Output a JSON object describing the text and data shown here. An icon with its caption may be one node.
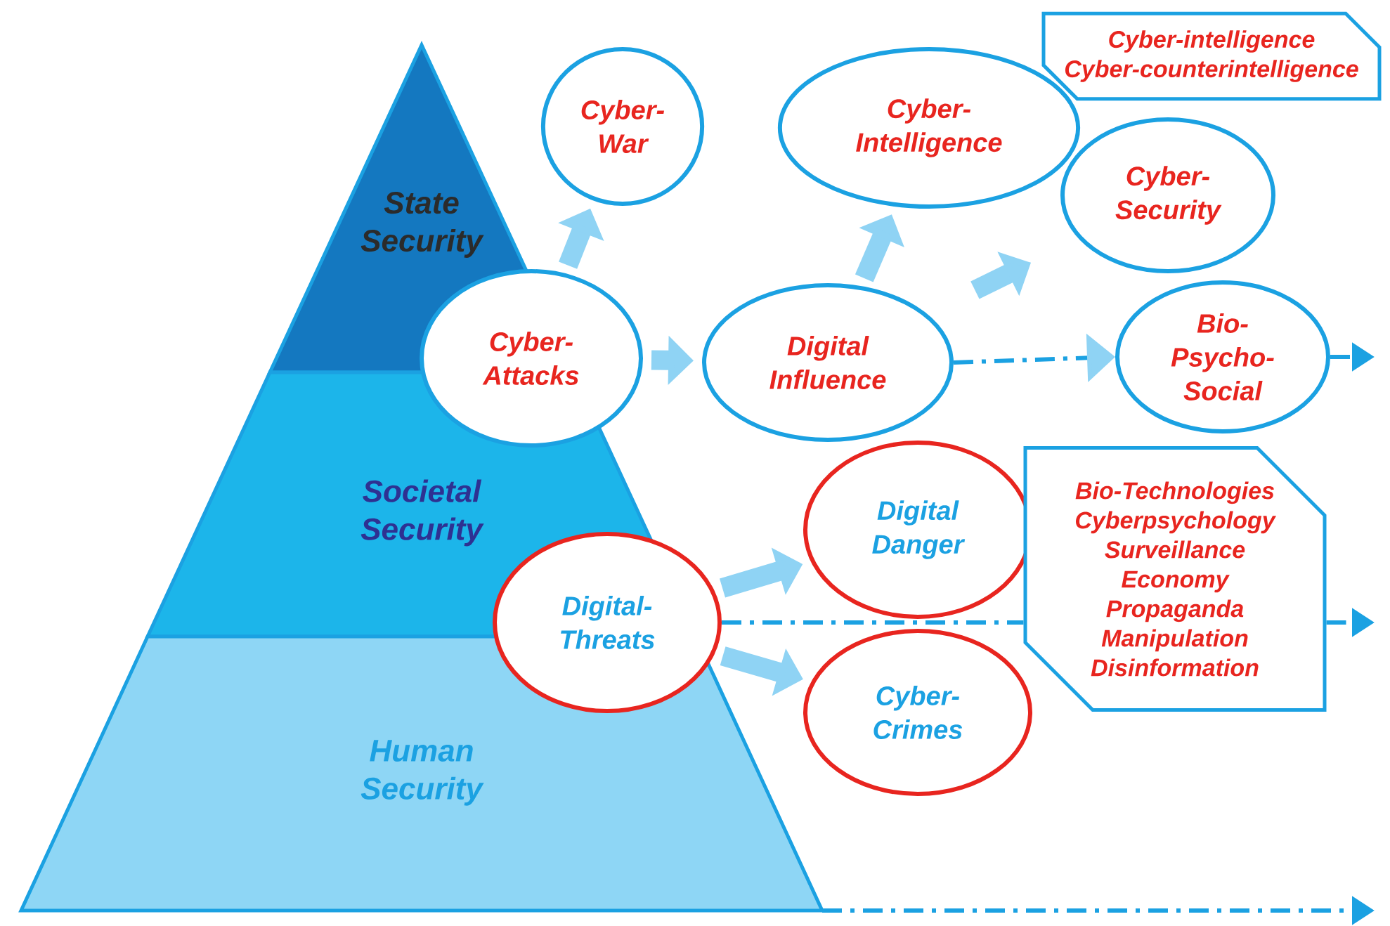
{
  "diagram": {
    "nodes": [
      {
        "text": [
          "State Security"
        ]
      },
      {
        "text": [
          "Societal Security"
        ]
      },
      {
        "text": [
          "Human Security"
        ]
      },
      {
        "text": [
          "Cyber-War"
        ]
      },
      {
        "text": [
          "Cyber-Intelligence"
        ]
      },
      {
        "text": [
          "Cyber-intelligence",
          "Cyber-counterintelligence"
        ]
      },
      {
        "text": [
          "Cyber-Security"
        ]
      },
      {
        "text": [
          "Cyber-Attacks"
        ]
      },
      {
        "text": [
          "Digital Influence"
        ]
      },
      {
        "text": [
          "Bio-Psycho-Social"
        ]
      },
      {
        "text": [
          "Digital-Threats"
        ]
      },
      {
        "text": [
          "Digital Danger"
        ]
      },
      {
        "text": [
          "Cyber-Crimes"
        ]
      },
      {
        "text": [
          "Bio-Technologies",
          "Cyberpsychology",
          "Surveillance",
          "Economy",
          "Propaganda",
          "Manipulation",
          "Disinformation"
        ]
      }
    ],
    "edges": [
      {
        "from": 7,
        "to": 3,
        "arrow": "to"
      },
      {
        "from": 7,
        "to": 8,
        "arrow": "to"
      },
      {
        "from": 8,
        "to": 4,
        "arrow": "to"
      },
      {
        "from": 8,
        "to": 6,
        "arrow": "to"
      },
      {
        "from": 8,
        "to": 9,
        "arrow": "to",
        "style": "dashed",
        "color": "#1ba1e2"
      },
      {
        "from": 9,
        "to": null,
        "arrow": "to",
        "style": "dashed",
        "color": "#1ba1e2"
      },
      {
        "from": 10,
        "to": 11,
        "arrow": "to"
      },
      {
        "from": 10,
        "to": 12,
        "arrow": "to"
      },
      {
        "from": 10,
        "to": 13,
        "arrow": "none",
        "style": "dashed",
        "color": "#1ba1e2"
      },
      {
        "from": 13,
        "to": null,
        "arrow": "to",
        "style": "dashed",
        "color": "#1ba1e2"
      },
      {
        "from": 2,
        "to": null,
        "arrow": "to",
        "style": "dashed",
        "color": "#1ba1e2"
      }
    ]
  }
}
